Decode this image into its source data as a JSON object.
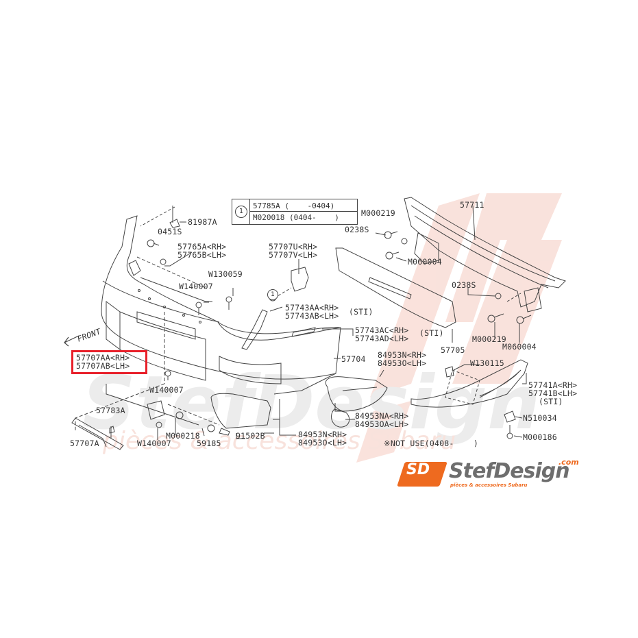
{
  "diagram": {
    "title": "Front bumper parts diagram",
    "highlight_color": "#e8202a",
    "watermark": {
      "brand": "StefDesign",
      "tagline": "pièces & accessoires Subaru",
      "color": "#f6d9d2"
    },
    "front_label": "FRONT",
    "legend": {
      "marker": "1",
      "rows": [
        {
          "part": "57785A",
          "range": "(    -0404)"
        },
        {
          "part": "M020018",
          "range": "(0404-    )"
        }
      ]
    },
    "labels": {
      "p81987A": "81987A",
      "p0451S": "0451S",
      "p57765A": "57765A<RH>",
      "p57765B": "57765B<LH>",
      "pW130059": "W130059",
      "pW140007a": "W140007",
      "p57707U": "57707U<RH>",
      "p57707V": "57707V<LH>",
      "p57743AA": "57743AA<RH>",
      "p57743AB": "57743AB<LH>",
      "sti1": "(STI)",
      "p57743AC": "57743AC<RH>",
      "p57743AD": "57743AD<LH>",
      "sti2": "(STI)",
      "p57704": "57704",
      "p57707AA": "57707AA<RH>",
      "p57707AB": "57707AB<LH>",
      "pW140007b": "W140007",
      "p57783A": "57783A",
      "p57707A": "57707A",
      "pW140007c": "W140007",
      "pM000218": "M000218",
      "p59185": "59185",
      "p91502B": "91502B",
      "p84953N_1": "84953N<RH>",
      "p84953O_1": "84953O<LH>",
      "p84953NA": "84953NA<RH>",
      "p84953OA": "84953OA<LH>",
      "p84953N_2": "84953N<RH>",
      "p84953O_2": "84953O<LH>",
      "not_use": "※NOT USE(0408-    )",
      "pM000219a": "M000219",
      "p0238Sa": "0238S",
      "pM060004a": "M060004",
      "p57711": "57711",
      "p0238Sb": "0238S",
      "pM000219b": "M000219",
      "pM060004b": "M060004",
      "p57705": "57705",
      "pW130115": "W130115",
      "p57741A": "57741A<RH>",
      "p57741B": "57741B<LH>",
      "sti3": "(STI)",
      "pN510034": "N510034",
      "pM000186": "M000186"
    },
    "circle_marker": "1",
    "logo": {
      "badge": "SD",
      "name": "StefDesign",
      "domain": ".com",
      "tagline": "pièces & accessoires Subaru",
      "badge_color": "#ee6a1f",
      "text_color": "#6e6e6e"
    }
  }
}
